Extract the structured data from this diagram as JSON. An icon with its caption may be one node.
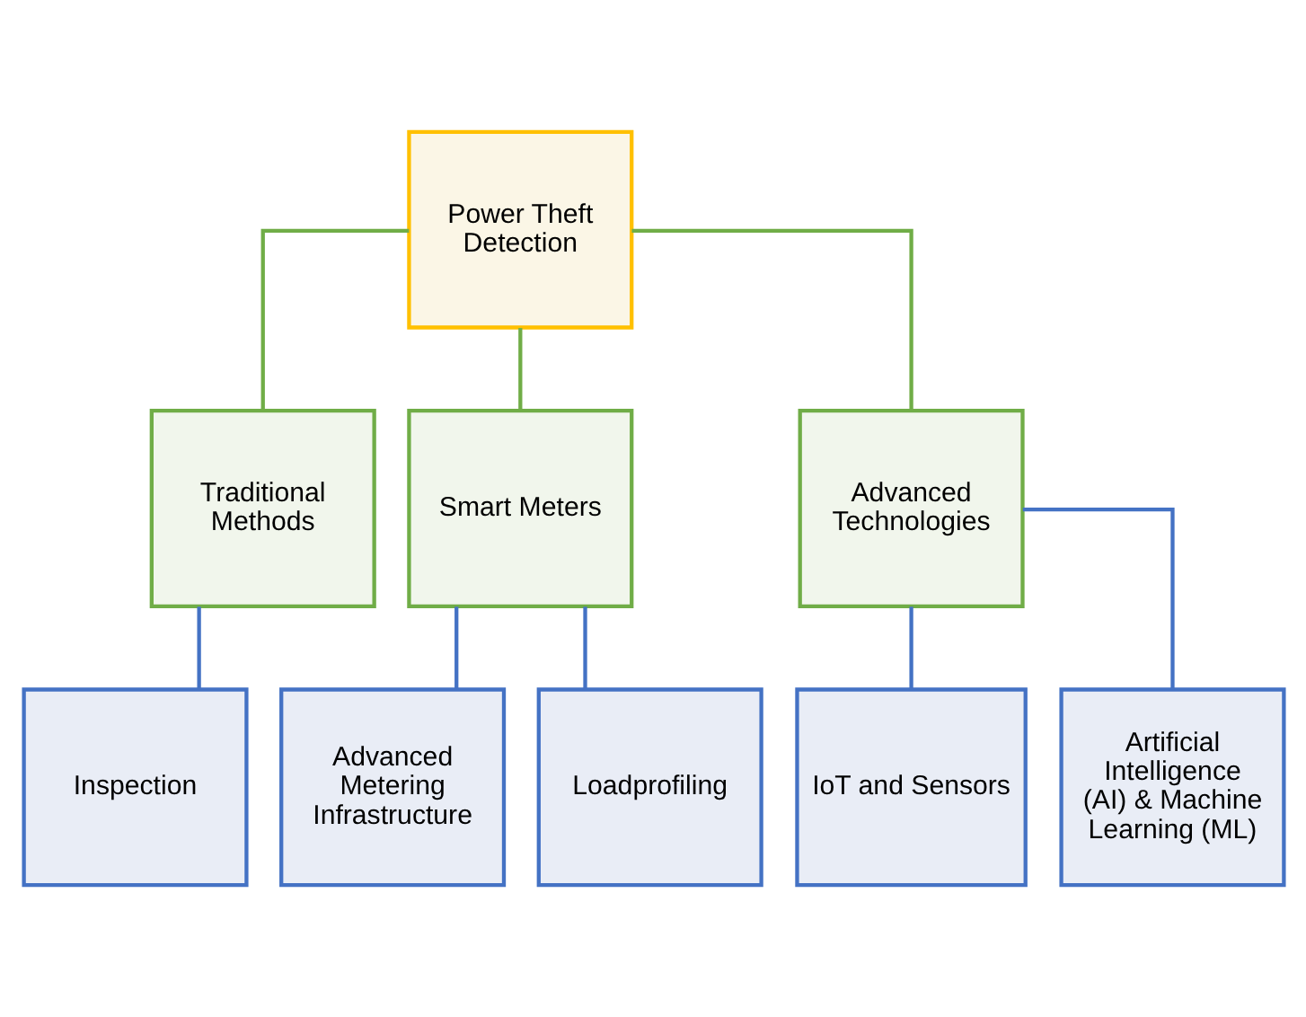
{
  "diagram": {
    "nodes": [
      {
        "text": [
          "Power Theft Detection"
        ]
      },
      {
        "text": [
          "Traditional Methods"
        ]
      },
      {
        "text": [
          "Smart Meters"
        ]
      },
      {
        "text": [
          "Advanced Technologies"
        ]
      },
      {
        "text": [
          "Inspection"
        ]
      },
      {
        "text": [
          "Advanced Metering Infrastructure"
        ]
      },
      {
        "text": [
          "Loadprofiling"
        ]
      },
      {
        "text": [
          "IoT and Sensors"
        ]
      },
      {
        "text": [
          "Artificial Intelligence (AI) & Machine Learning (ML)"
        ]
      }
    ],
    "edges": [
      {
        "from": 0,
        "to": 1,
        "arrow": "none",
        "color": "#70ad47"
      },
      {
        "from": 0,
        "to": 2,
        "arrow": "none",
        "color": "#70ad47"
      },
      {
        "from": 0,
        "to": 3,
        "arrow": "none",
        "color": "#70ad47"
      },
      {
        "from": 1,
        "to": 4,
        "arrow": "none"
      },
      {
        "from": 2,
        "to": 5,
        "arrow": "none"
      },
      {
        "from": 2,
        "to": 6,
        "arrow": "none"
      },
      {
        "from": 3,
        "to": 7,
        "arrow": "none"
      },
      {
        "from": 3,
        "to": 8,
        "arrow": "none"
      }
    ]
  }
}
